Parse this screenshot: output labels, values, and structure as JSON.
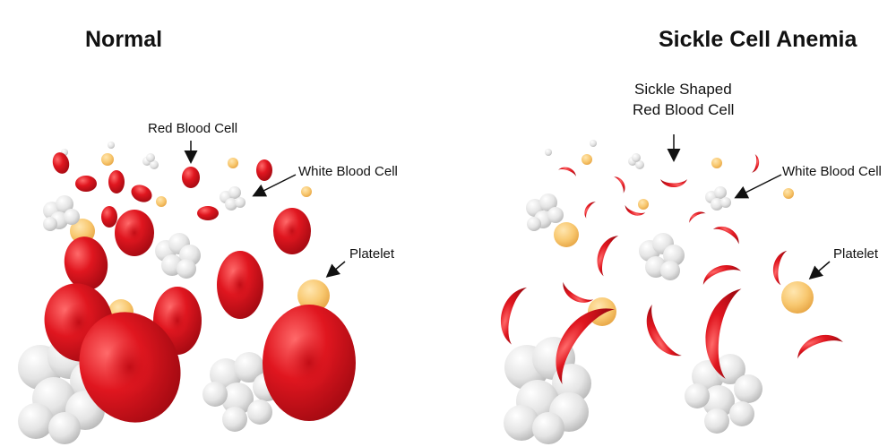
{
  "normal": {
    "title": "Normal",
    "labels": {
      "red_blood_cell": "Red Blood Cell",
      "white_blood_cell": "White Blood Cell",
      "platelet": "Platelet"
    }
  },
  "sickle": {
    "title": "Sickle Cell Anemia",
    "labels": {
      "sickle_line1": "Sickle Shaped",
      "sickle_line2": "Red Blood Cell",
      "white_blood_cell": "White Blood Cell",
      "platelet": "Platelet"
    }
  },
  "colors": {
    "red_cell": "#d8121c",
    "red_cell_dark": "#a40a12",
    "white_cell": "#e2e2e2",
    "platelet": "#f8c870",
    "text": "#111111"
  }
}
